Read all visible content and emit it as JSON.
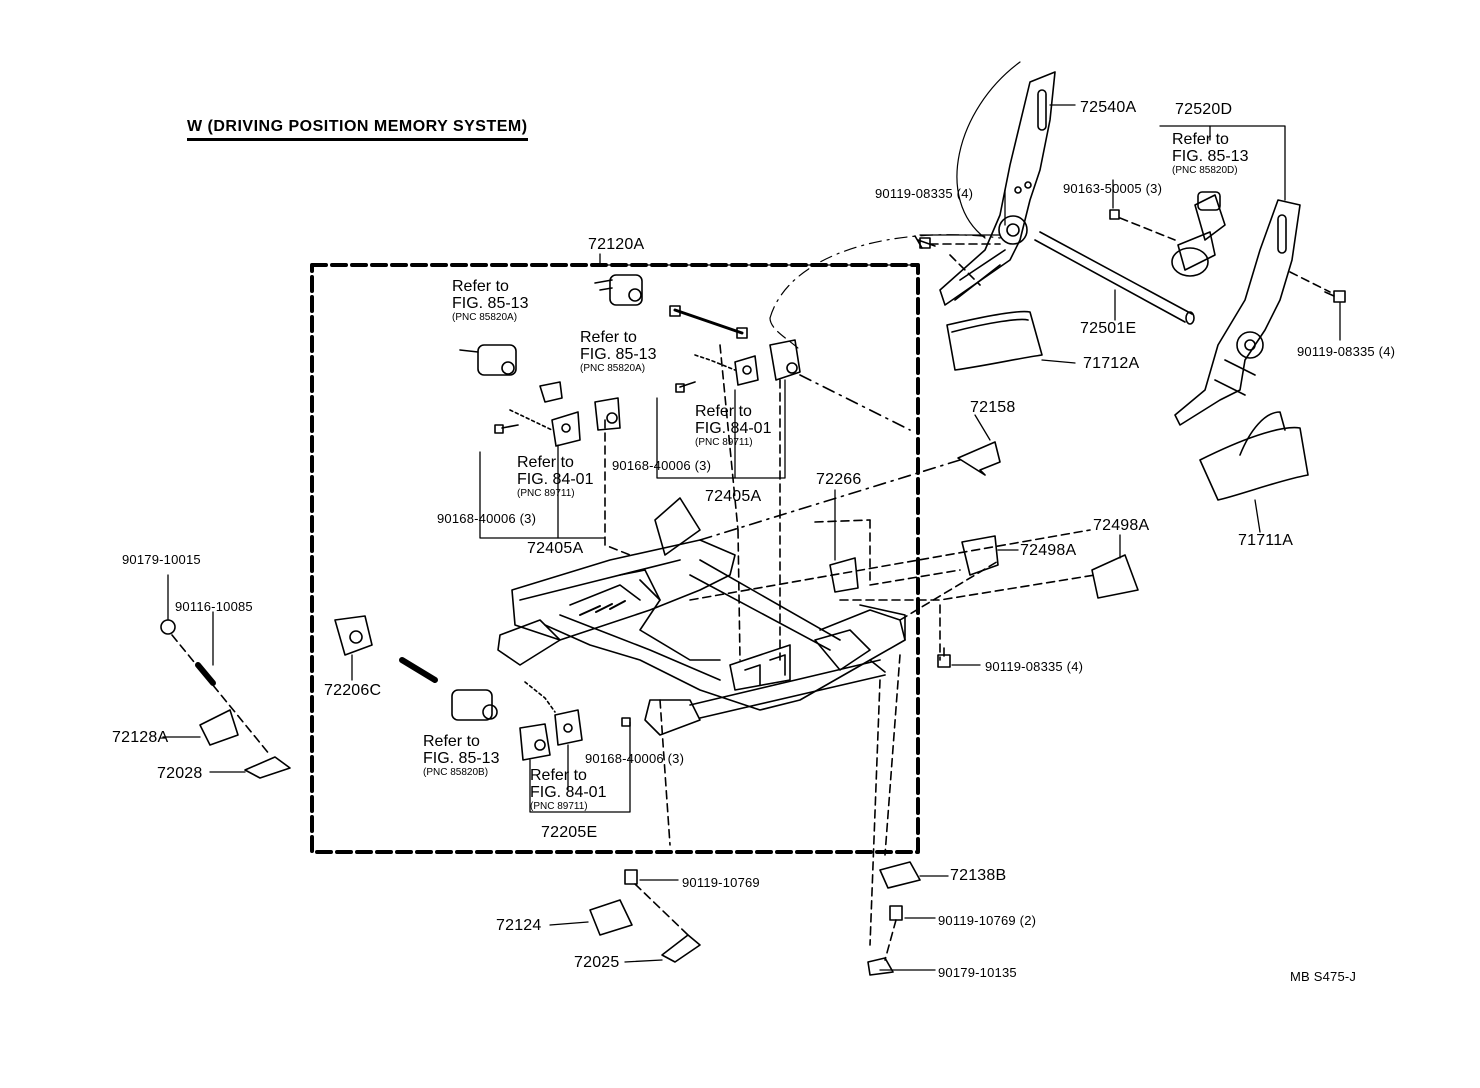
{
  "title": "W (DRIVING POSITION MEMORY SYSTEM)",
  "code": "MB S475-J",
  "parts": {
    "p72540A": "72540A",
    "p72520D": "72520D",
    "p90119_08335_a": "90119-08335 (4)",
    "p90163_50005": "90163-50005 (3)",
    "p90119_08335_b": "90119-08335 (4)",
    "p72501E": "72501E",
    "p71712A": "71712A",
    "p71711A": "71711A",
    "p72120A": "72120A",
    "p72158": "72158",
    "p72266": "72266",
    "p72498A_a": "72498A",
    "p72498A_b": "72498A",
    "p90119_08335_c": "90119-08335 (4)",
    "p90168_40006_a": "90168-40006 (3)",
    "p90168_40006_b": "90168-40006 (3)",
    "p90168_40006_c": "90168-40006 (3)",
    "p72405A_a": "72405A",
    "p72405A_b": "72405A",
    "p90179_10015": "90179-10015",
    "p90116_10085": "90116-10085",
    "p72206C": "72206C",
    "p72128A": "72128A",
    "p72028": "72028",
    "p72205E": "72205E",
    "p90119_10769_a": "90119-10769",
    "p90119_10769_b": "90119-10769 (2)",
    "p72124": "72124",
    "p72025": "72025",
    "p72138B": "72138B",
    "p90179_10135": "90179-10135"
  },
  "refs": {
    "r1": {
      "line1": "Refer to",
      "line2": "FIG. 85-13",
      "pnc": "(PNC 85820D)"
    },
    "r2": {
      "line1": "Refer to",
      "line2": "FIG. 85-13",
      "pnc": "(PNC 85820A)"
    },
    "r3": {
      "line1": "Refer to",
      "line2": "FIG. 85-13",
      "pnc": "(PNC 85820A)"
    },
    "r4": {
      "line1": "Refer to",
      "line2": "FIG. 84-01",
      "pnc": "(PNC 89711)"
    },
    "r5": {
      "line1": "Refer to",
      "line2": "FIG. 84-01",
      "pnc": "(PNC 89711)"
    },
    "r6": {
      "line1": "Refer to",
      "line2": "FIG. 85-13",
      "pnc": "(PNC 85820B)"
    },
    "r7": {
      "line1": "Refer to",
      "line2": "FIG. 84-01",
      "pnc": "(PNC 89711)"
    }
  }
}
